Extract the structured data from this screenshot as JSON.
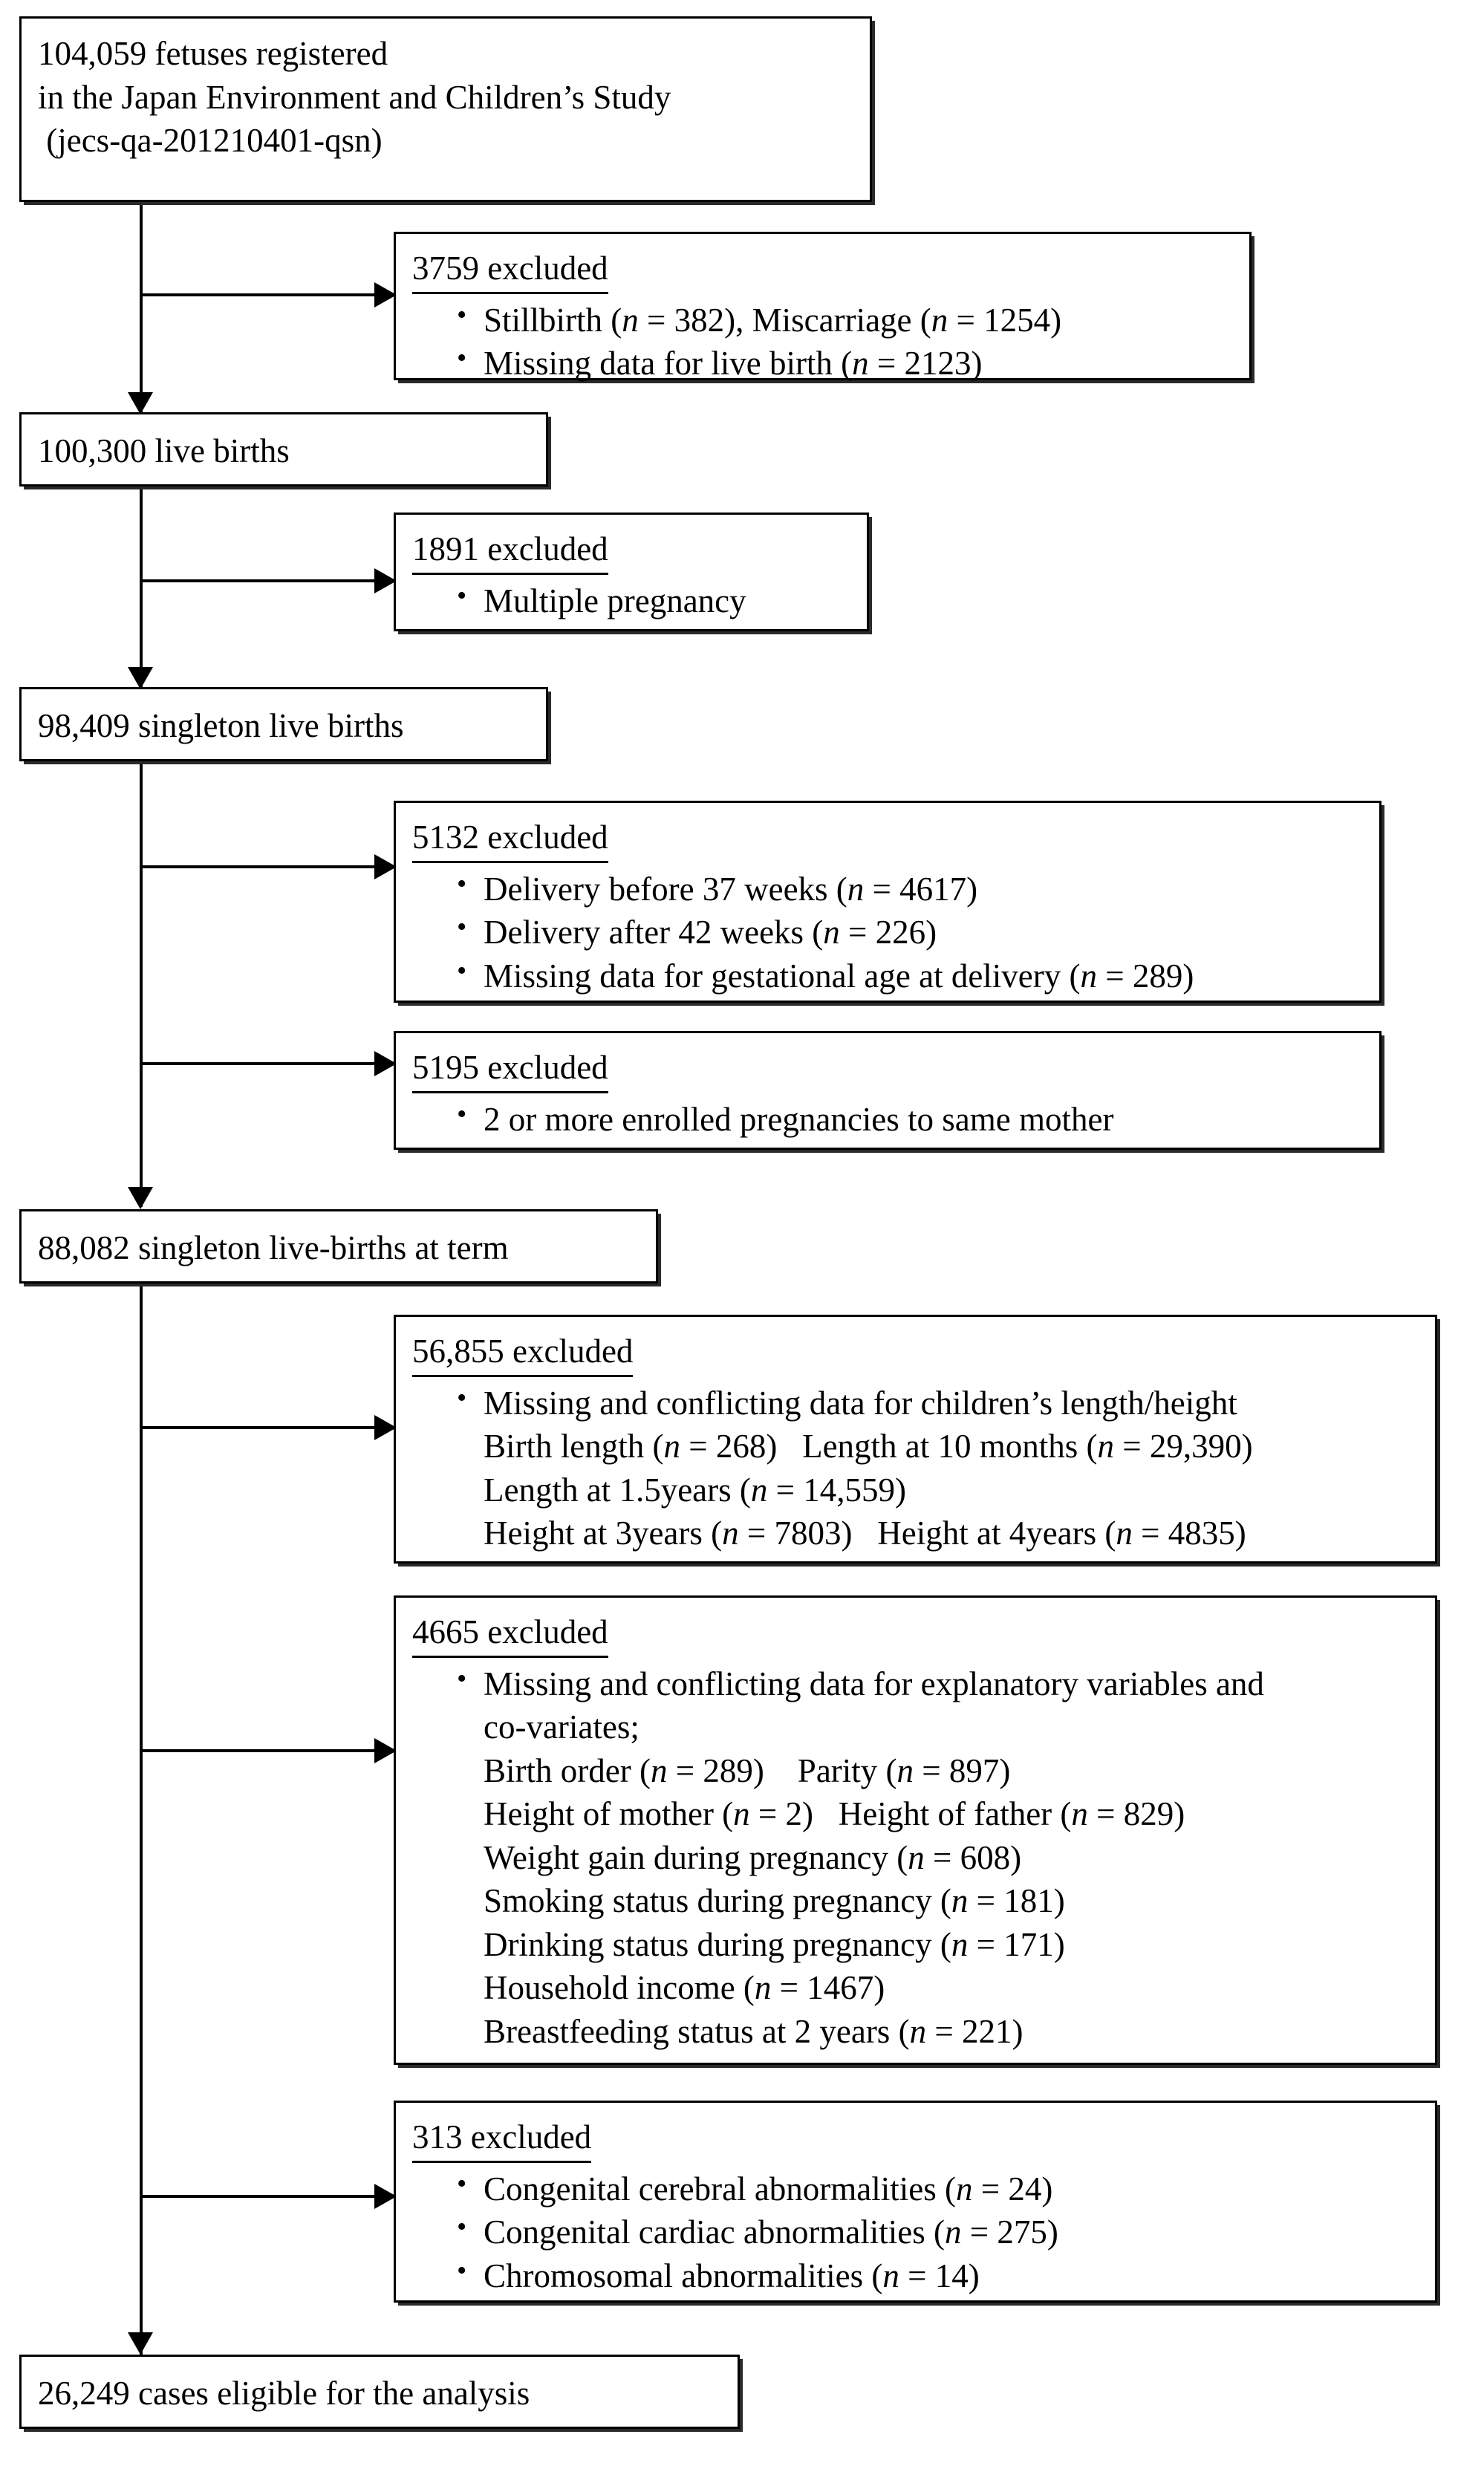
{
  "diagram": {
    "title": "Participant flow diagram of the Japan Environment and Children's Study",
    "type": "flowchart",
    "main_boxes": [
      {
        "id": "registered",
        "lines": [
          "104,059 fetuses registered",
          "in the Japan Environment and Children’s Study",
          " (jecs-qa-201210401-qsn)"
        ]
      },
      {
        "id": "live-births",
        "lines": [
          "100,300 live births"
        ]
      },
      {
        "id": "singleton-live-births",
        "lines": [
          "98,409 singleton live births"
        ]
      },
      {
        "id": "singleton-term",
        "lines": [
          "88,082 singleton live-births at term"
        ]
      },
      {
        "id": "eligible",
        "lines": [
          "26,249 cases eligible for the analysis"
        ]
      }
    ],
    "exclusion_boxes": [
      {
        "id": "excl-3759",
        "heading": "3759 excluded",
        "items": [
          {
            "bullet": true,
            "text": "Stillbirth (n = 382), Miscarriage (n = 1254)"
          },
          {
            "bullet": true,
            "text": "Missing data for live birth (n = 2123)"
          }
        ]
      },
      {
        "id": "excl-1891",
        "heading": "1891 excluded",
        "items": [
          {
            "bullet": true,
            "text": "Multiple pregnancy"
          }
        ]
      },
      {
        "id": "excl-5132",
        "heading": "5132 excluded",
        "items": [
          {
            "bullet": true,
            "text": "Delivery before 37 weeks (n = 4617)"
          },
          {
            "bullet": true,
            "text": "Delivery after 42 weeks (n = 226)"
          },
          {
            "bullet": true,
            "text": "Missing data for gestational age at delivery (n = 289)"
          }
        ]
      },
      {
        "id": "excl-5195",
        "heading": "5195 excluded",
        "items": [
          {
            "bullet": true,
            "text": "2 or more enrolled pregnancies to same mother"
          }
        ]
      },
      {
        "id": "excl-56855",
        "heading": "56,855 excluded",
        "items": [
          {
            "bullet": true,
            "text": "Missing and conflicting data for children’s length/height"
          },
          {
            "bullet": false,
            "text": "Birth length (n = 268)   Length at 10 months (n = 29,390)"
          },
          {
            "bullet": false,
            "text": "Length at 1.5years (n = 14,559)"
          },
          {
            "bullet": false,
            "text": "Height at 3years (n = 7803)   Height at 4years (n = 4835)"
          }
        ]
      },
      {
        "id": "excl-4665",
        "heading": "4665 excluded",
        "items": [
          {
            "bullet": true,
            "text": "Missing and conflicting data for explanatory variables and"
          },
          {
            "bullet": false,
            "text": "co-variates;"
          },
          {
            "bullet": false,
            "text": "Birth order (n = 289)    Parity (n = 897)"
          },
          {
            "bullet": false,
            "text": "Height of mother (n = 2)   Height of father (n = 829)"
          },
          {
            "bullet": false,
            "text": "Weight gain during pregnancy (n = 608)"
          },
          {
            "bullet": false,
            "text": "Smoking status during pregnancy (n = 181)"
          },
          {
            "bullet": false,
            "text": "Drinking status during pregnancy (n = 171)"
          },
          {
            "bullet": false,
            "text": "Household income (n = 1467)"
          },
          {
            "bullet": false,
            "text": "Breastfeeding status at 2 years (n = 221)"
          }
        ]
      },
      {
        "id": "excl-313",
        "heading": "313 excluded",
        "items": [
          {
            "bullet": true,
            "text": "Congenital cerebral abnormalities (n = 24)"
          },
          {
            "bullet": true,
            "text": "Congenital cardiac abnormalities (n = 275)"
          },
          {
            "bullet": true,
            "text": "Chromosomal abnormalities (n = 14)"
          }
        ]
      }
    ],
    "colors": {
      "line": "#000000",
      "box_fill": "#ffffff",
      "text": "#000000"
    }
  }
}
